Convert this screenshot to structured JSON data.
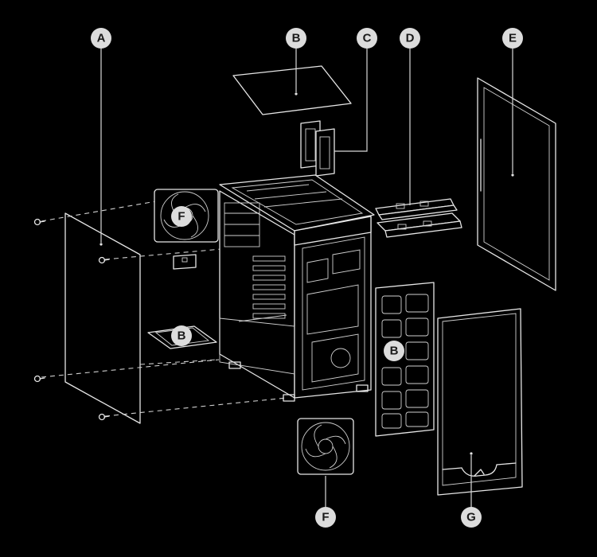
{
  "diagram": {
    "callouts": {
      "A": "A",
      "B_top": "B",
      "C": "C",
      "D": "D",
      "E": "E",
      "F_top": "F",
      "B_left": "B",
      "B_right": "B",
      "F_bottom": "F",
      "G": "G"
    }
  }
}
